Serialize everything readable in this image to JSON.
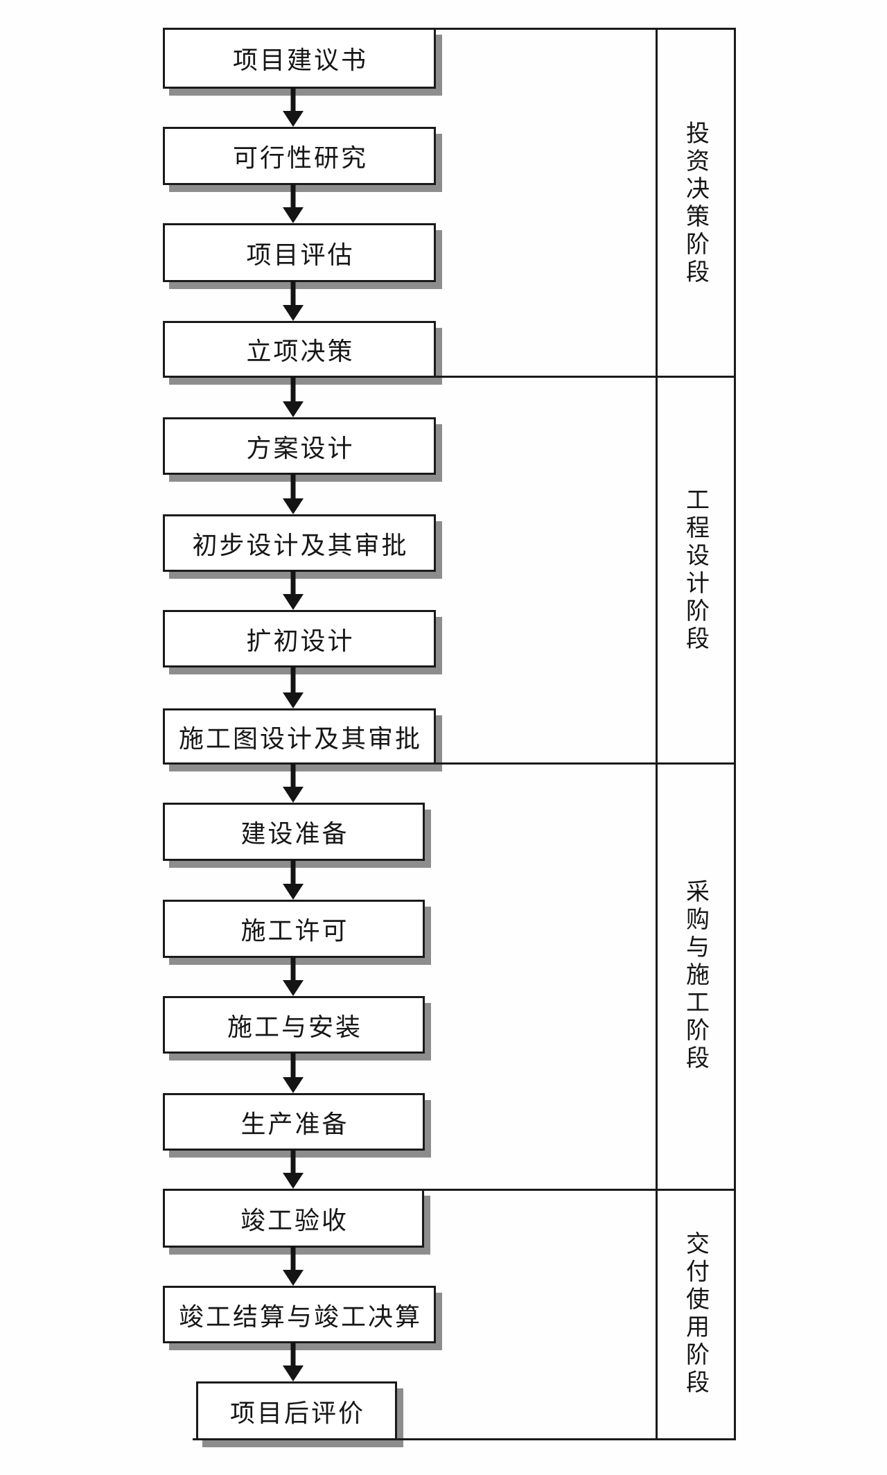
{
  "flowchart": {
    "steps": [
      {
        "label": "项目建议书"
      },
      {
        "label": "可行性研究"
      },
      {
        "label": "项目评估"
      },
      {
        "label": "立项决策"
      },
      {
        "label": "方案设计"
      },
      {
        "label": "初步设计及其审批"
      },
      {
        "label": "扩初设计"
      },
      {
        "label": "施工图设计及其审批"
      },
      {
        "label": "建设准备"
      },
      {
        "label": "施工许可"
      },
      {
        "label": "施工与安装"
      },
      {
        "label": "生产准备"
      },
      {
        "label": "竣工验收"
      },
      {
        "label": "竣工结算与竣工决算"
      },
      {
        "label": "项目后评价"
      }
    ],
    "phases": [
      {
        "label": "投资决策阶段"
      },
      {
        "label": "工程设计阶段"
      },
      {
        "label": "采购与施工阶段"
      },
      {
        "label": "交付使用阶段"
      }
    ],
    "colors": {
      "line": "#1a1a1a",
      "shadow": "#8d8d8d",
      "background": "#ffffff",
      "text": "#161616"
    }
  }
}
